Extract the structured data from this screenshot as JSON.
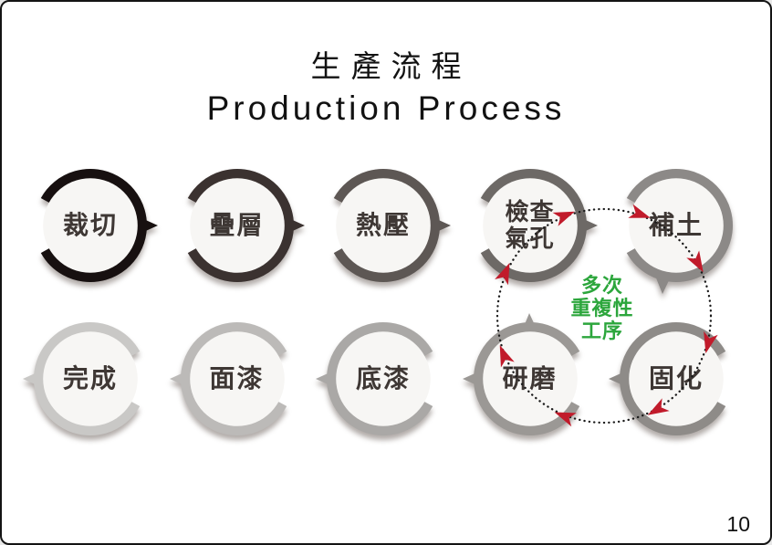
{
  "slide": {
    "title_zh": "生產流程",
    "title_en": "Production Process",
    "page_number": "10",
    "background": "#FFFFFF",
    "border_color": "#141414"
  },
  "style": {
    "inner_fill": "#F7F6F4",
    "label_color": "#3E3734"
  },
  "nodes": [
    {
      "id": "cut",
      "lines": [
        "裁切"
      ],
      "label": "裁切",
      "ring_color": "#171010",
      "row": 0,
      "col": 0,
      "arrows": [
        "right"
      ]
    },
    {
      "id": "laminate",
      "lines": [
        "疊層"
      ],
      "label": "疊層",
      "ring_color": "#3B3230",
      "row": 0,
      "col": 1,
      "arrows": [
        "right"
      ]
    },
    {
      "id": "hot-press",
      "lines": [
        "熱壓"
      ],
      "label": "熱壓",
      "ring_color": "#5D5754",
      "row": 0,
      "col": 2,
      "arrows": [
        "right"
      ]
    },
    {
      "id": "inspect-pores",
      "lines": [
        "檢查",
        "氣孔"
      ],
      "label": "檢查氣孔",
      "ring_color": "#6D6966",
      "row": 0,
      "col": 3,
      "arrows": [
        "right"
      ]
    },
    {
      "id": "fill-putty",
      "lines": [
        "補土"
      ],
      "label": "補土",
      "ring_color": "#8C8987",
      "row": 0,
      "col": 4,
      "arrows": [
        "down"
      ]
    },
    {
      "id": "finish",
      "lines": [
        "完成"
      ],
      "label": "完成",
      "ring_color": "#C9C8C6",
      "row": 1,
      "col": 0,
      "arrows": [
        "left"
      ]
    },
    {
      "id": "topcoat",
      "lines": [
        "面漆"
      ],
      "label": "面漆",
      "ring_color": "#BCBAB8",
      "row": 1,
      "col": 1,
      "arrows": [
        "left"
      ]
    },
    {
      "id": "primer",
      "lines": [
        "底漆"
      ],
      "label": "底漆",
      "ring_color": "#AAA8A6",
      "row": 1,
      "col": 2,
      "arrows": [
        "left"
      ]
    },
    {
      "id": "grind",
      "lines": [
        "研磨"
      ],
      "label": "研磨",
      "ring_color": "#9B9895",
      "row": 1,
      "col": 3,
      "arrows": [
        "left",
        "up"
      ]
    },
    {
      "id": "cure",
      "lines": [
        "固化"
      ],
      "label": "固化",
      "ring_color": "#8E8B88",
      "row": 1,
      "col": 4,
      "arrows": [
        "left"
      ]
    }
  ],
  "loop": {
    "labels": [
      "多次",
      "重複性",
      "工序"
    ],
    "label_color": "#2CA63C",
    "arrow_color": "#C11B2B",
    "direction": "clockwise",
    "sequence": [
      "檢查氣孔",
      "補土",
      "固化",
      "研磨"
    ],
    "arrow_angles": [
      203,
      248,
      289,
      330,
      14,
      60,
      111,
      158
    ]
  }
}
